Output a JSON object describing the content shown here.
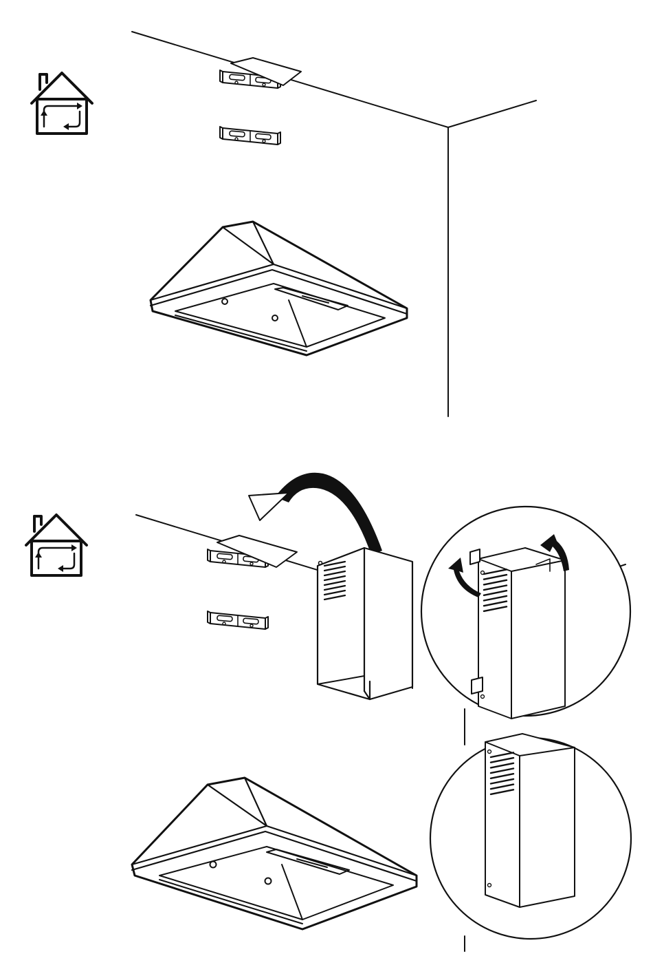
{
  "figure": {
    "panels": [
      {
        "id": "step-1",
        "mode_icon": "recirculation-house-icon",
        "parts": [
          "wall-corner",
          "bracket-upper",
          "bracket-lower",
          "charcoal-filter-plate",
          "range-hood"
        ]
      },
      {
        "id": "step-2",
        "mode_icon": "recirculation-house-icon",
        "parts": [
          "wall-corner",
          "bracket-upper",
          "bracket-lower",
          "charcoal-filter-plate",
          "chimney-cover",
          "rotate-arrow",
          "range-hood"
        ],
        "details": [
          {
            "id": "detail-upper",
            "parts": [
              "chimney-section",
              "clip-upper",
              "clip-lower",
              "rotate-arrow-left",
              "rotate-arrow-right"
            ]
          },
          {
            "id": "detail-lower",
            "parts": [
              "chimney-section-assembled"
            ]
          }
        ]
      }
    ],
    "colors": {
      "ink": "#111111",
      "paper": "#ffffff"
    }
  }
}
